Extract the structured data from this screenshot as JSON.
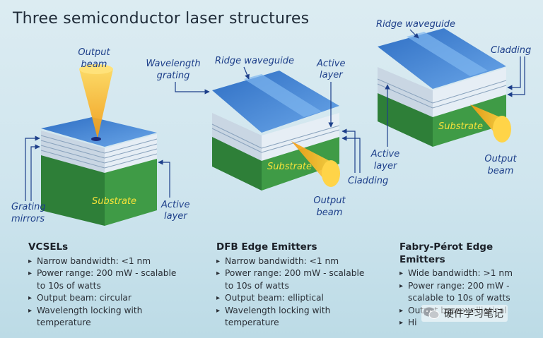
{
  "title": "Three semiconductor laser structures",
  "labels": {
    "output_beam": "Output beam",
    "grating_mirrors": "Grating mirrors",
    "active_layer": "Active layer",
    "substrate": "Substrate",
    "wavelength_grating": "Wavelength grating",
    "ridge_waveguide": "Ridge waveguide",
    "cladding": "Cladding"
  },
  "columns": [
    {
      "heading": "VCSELs",
      "items": [
        "Narrow bandwidth: <1 nm",
        "Power range: 200 mW - scalable to 10s of watts",
        "Output beam: circular",
        "Wavelength locking with temperature"
      ]
    },
    {
      "heading": "DFB Edge Emitters",
      "items": [
        "Narrow bandwidth: <1 nm",
        "Power range: 200 mW - scalable to 10s of watts",
        "Output beam: elliptical",
        "Wavelength locking with temperature"
      ]
    },
    {
      "heading": "Fabry-Pérot Edge Emitters",
      "items": [
        "Wide bandwidth: >1 nm",
        "Power range: 200 mW - scalable to 10s of watts",
        "Output beam: elliptical",
        "Hi"
      ]
    }
  ],
  "watermark": {
    "text": "硬件学习笔记",
    "icon": "wechat-icon"
  },
  "colors": {
    "blue_top": "#3f7fd0",
    "green": "#2f8a3c",
    "layer": "#dfe7ef",
    "beam": "#f6b21c",
    "label": "#1d3f8a",
    "substrate_text": "#f4e23a"
  }
}
